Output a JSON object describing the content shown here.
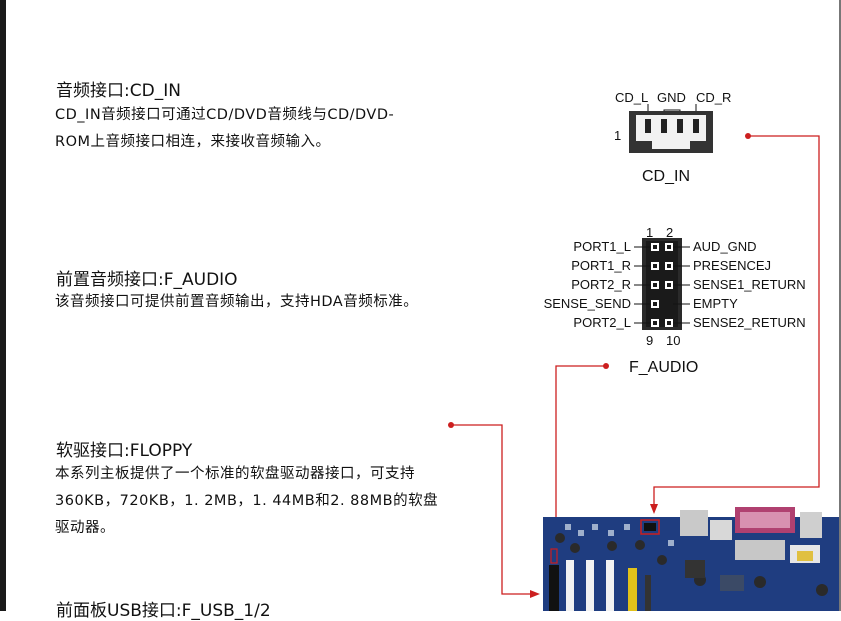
{
  "sections": [
    {
      "title": "音频接口:CD_IN",
      "lines": [
        "CD_IN音频接口可通过CD/DVD音频线与CD/DVD-",
        "ROM上音频接口相连，来接收音频输入。"
      ]
    },
    {
      "title": "前置音频接口:F_AUDIO",
      "lines": [
        "该音频接口可提供前置音频输出，支持HDA音频标准。"
      ]
    },
    {
      "title": "软驱接口:FLOPPY",
      "lines": [
        "本系列主板提供了一个标准的软盘驱动器接口，可支持",
        "360KB，720KB，1. 2MB，1. 44MB和2. 88MB的软盘",
        "驱动器。"
      ]
    },
    {
      "title": "前面板USB接口:F_USB_1/2",
      "lines": []
    }
  ],
  "cd_in": {
    "pins": [
      "CD_L",
      "GND",
      "CD_R"
    ],
    "pin1": "1",
    "name": "CD_IN"
  },
  "f_audio": {
    "top_numbers": [
      "1",
      "2"
    ],
    "bottom_numbers": [
      "9",
      "10"
    ],
    "left_labels": [
      "PORT1_L",
      "PORT1_R",
      "PORT2_R",
      "SENSE_SEND",
      "PORT2_L"
    ],
    "right_labels": [
      "AUD_GND",
      "PRESENCEJ",
      "SENSE1_RETURN",
      "EMPTY",
      "SENSE2_RETURN"
    ],
    "name": "F_AUDIO"
  },
  "colors": {
    "leader_line": "#cc1f1f",
    "board": "#1f3d80",
    "text": "#111111"
  }
}
